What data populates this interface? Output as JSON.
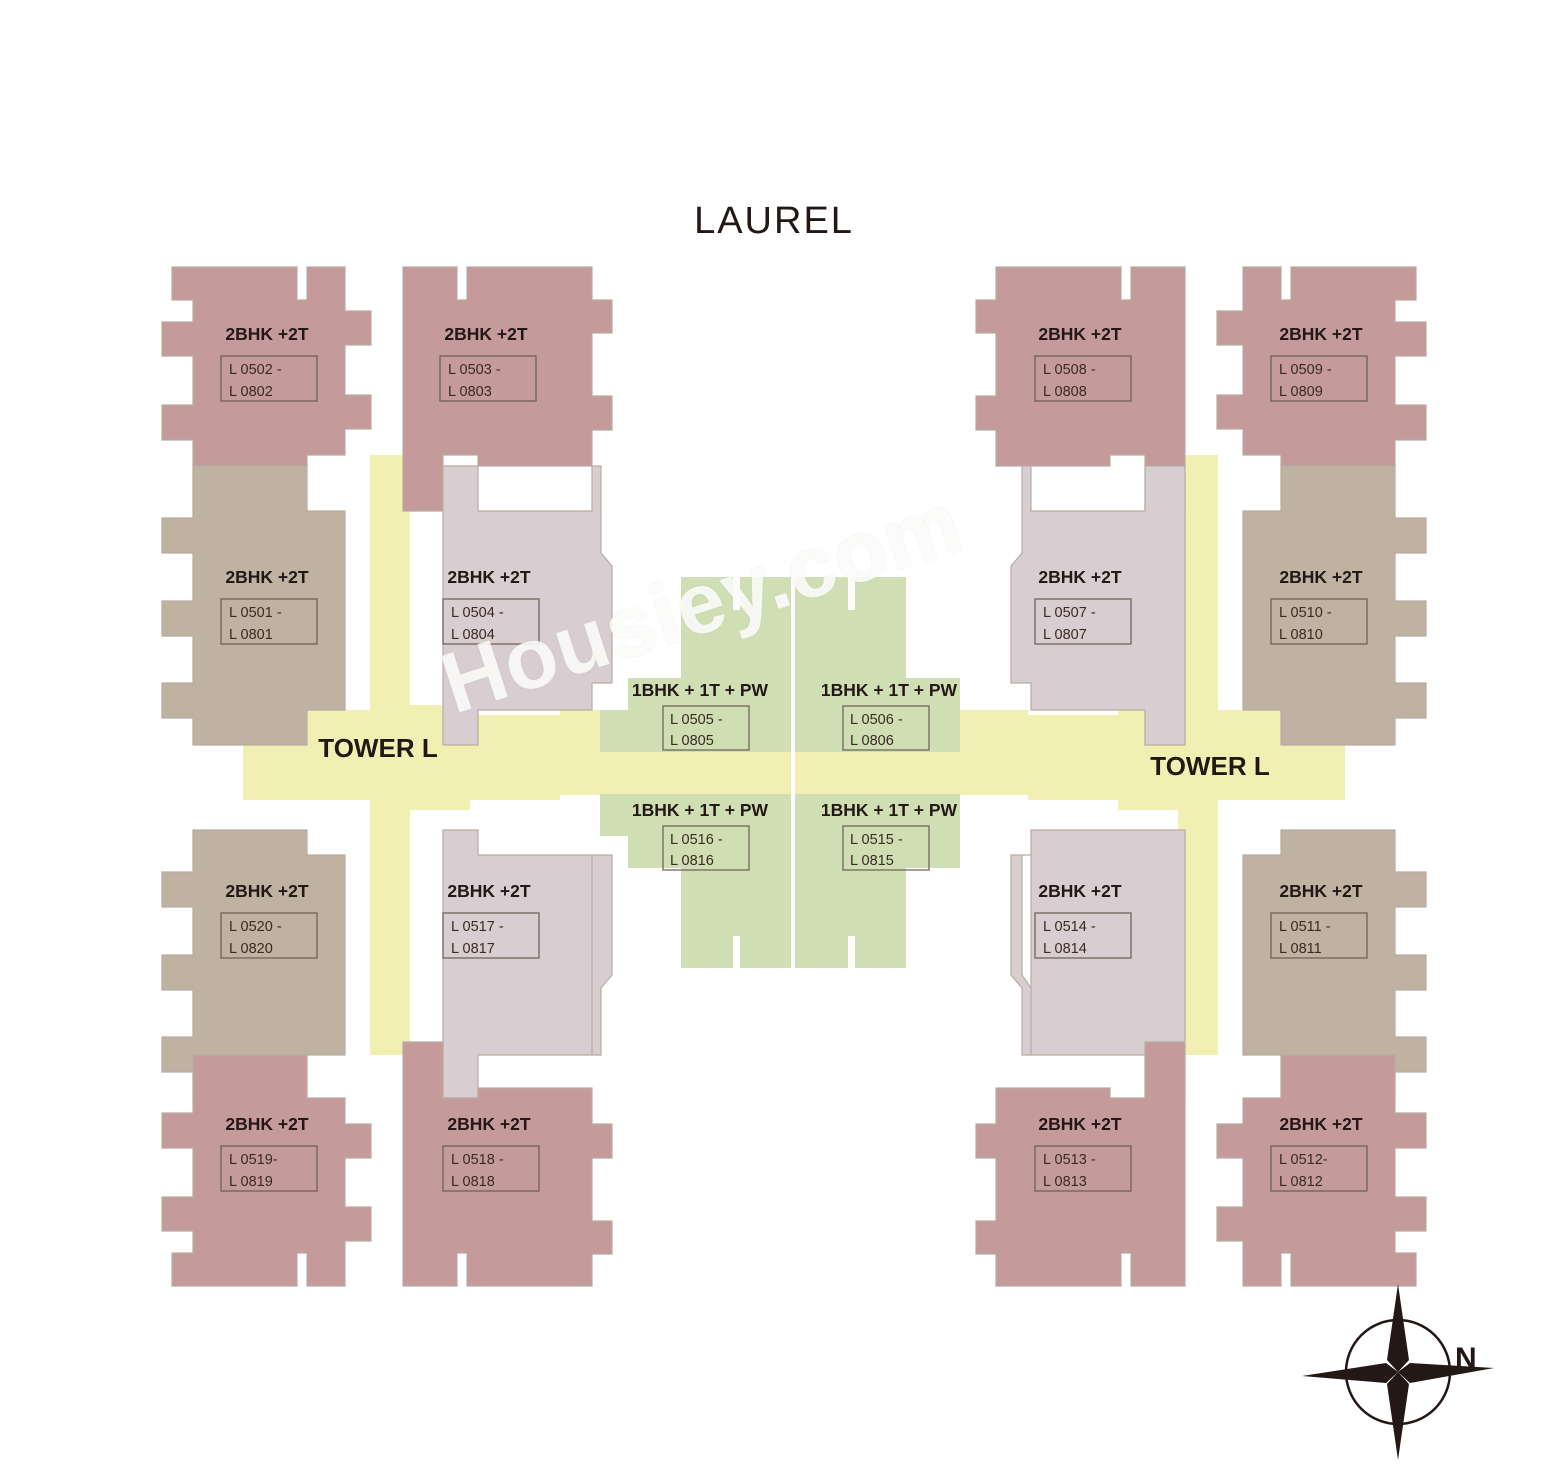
{
  "title": "LAUREL",
  "watermark": "Housiey.com",
  "tower_labels": {
    "left": "TOWER L",
    "right": "TOWER L"
  },
  "compass": {
    "label": "N",
    "icon": "compass-rose-icon"
  },
  "colors": {
    "rose": "#c59a9b",
    "taupe": "#bfb2a1",
    "lavender": "#d8cdd0",
    "green": "#cfdfb3",
    "yellow": "#f2efb3",
    "outline": "#b8aca2",
    "text": "#231815",
    "code_box_stroke": "#6b5b52",
    "background": "#ffffff"
  },
  "legend_types": {
    "two_bhk": "2BHK +2T",
    "one_bhk": "1BHK + 1T + PW"
  },
  "units": [
    {
      "id": "L0502",
      "type": "2BHK +2T",
      "code_line1": "L 0502 -",
      "code_line2": "L 0802",
      "color": "rose",
      "quadrant": "top-left-outer"
    },
    {
      "id": "L0503",
      "type": "2BHK +2T",
      "code_line1": "L 0503 -",
      "code_line2": "L 0803",
      "color": "rose",
      "quadrant": "top-left-inner"
    },
    {
      "id": "L0508",
      "type": "2BHK +2T",
      "code_line1": "L 0508 -",
      "code_line2": "L 0808",
      "color": "rose",
      "quadrant": "top-right-inner"
    },
    {
      "id": "L0509",
      "type": "2BHK +2T",
      "code_line1": "L 0509 -",
      "code_line2": "L 0809",
      "color": "rose",
      "quadrant": "top-right-outer"
    },
    {
      "id": "L0501",
      "type": "2BHK +2T",
      "code_line1": "L 0501 -",
      "code_line2": "L 0801",
      "color": "taupe",
      "quadrant": "mid-top-left-outer"
    },
    {
      "id": "L0504",
      "type": "2BHK +2T",
      "code_line1": "L 0504 -",
      "code_line2": "L 0804",
      "color": "lavender",
      "quadrant": "mid-top-left-inner"
    },
    {
      "id": "L0507",
      "type": "2BHK +2T",
      "code_line1": "L 0507 -",
      "code_line2": "L 0807",
      "color": "lavender",
      "quadrant": "mid-top-right-inner"
    },
    {
      "id": "L0510",
      "type": "2BHK +2T",
      "code_line1": "L 0510 -",
      "code_line2": "L 0810",
      "color": "taupe",
      "quadrant": "mid-top-right-outer"
    },
    {
      "id": "L0505",
      "type": "1BHK + 1T + PW",
      "code_line1": "L 0505 -",
      "code_line2": "L 0805",
      "color": "green",
      "quadrant": "core-top-left"
    },
    {
      "id": "L0506",
      "type": "1BHK + 1T + PW",
      "code_line1": "L 0506 -",
      "code_line2": "L 0806",
      "color": "green",
      "quadrant": "core-top-right"
    },
    {
      "id": "L0516",
      "type": "1BHK + 1T + PW",
      "code_line1": "L 0516 -",
      "code_line2": "L 0816",
      "color": "green",
      "quadrant": "core-bottom-left"
    },
    {
      "id": "L0515",
      "type": "1BHK + 1T + PW",
      "code_line1": "L 0515 -",
      "code_line2": "L 0815",
      "color": "green",
      "quadrant": "core-bottom-right"
    },
    {
      "id": "L0520",
      "type": "2BHK +2T",
      "code_line1": "L 0520 -",
      "code_line2": "L 0820",
      "color": "taupe",
      "quadrant": "mid-bot-left-outer"
    },
    {
      "id": "L0517",
      "type": "2BHK +2T",
      "code_line1": "L 0517 -",
      "code_line2": "L 0817",
      "color": "lavender",
      "quadrant": "mid-bot-left-inner"
    },
    {
      "id": "L0514",
      "type": "2BHK +2T",
      "code_line1": "L 0514 -",
      "code_line2": "L 0814",
      "color": "lavender",
      "quadrant": "mid-bot-right-inner"
    },
    {
      "id": "L0511",
      "type": "2BHK +2T",
      "code_line1": "L 0511 -",
      "code_line2": "L 0811",
      "color": "taupe",
      "quadrant": "mid-bot-right-outer"
    },
    {
      "id": "L0519",
      "type": "2BHK +2T",
      "code_line1": "L 0519-",
      "code_line2": "L 0819",
      "color": "rose",
      "quadrant": "bot-left-outer"
    },
    {
      "id": "L0518",
      "type": "2BHK +2T",
      "code_line1": "L 0518 -",
      "code_line2": "L 0818",
      "color": "rose",
      "quadrant": "bot-left-inner"
    },
    {
      "id": "L0513",
      "type": "2BHK +2T",
      "code_line1": "L 0513 -",
      "code_line2": "L 0813",
      "color": "rose",
      "quadrant": "bot-right-inner"
    },
    {
      "id": "L0512",
      "type": "2BHK +2T",
      "code_line1": "L 0512-",
      "code_line2": "L 0812",
      "color": "rose",
      "quadrant": "bot-right-outer"
    }
  ]
}
